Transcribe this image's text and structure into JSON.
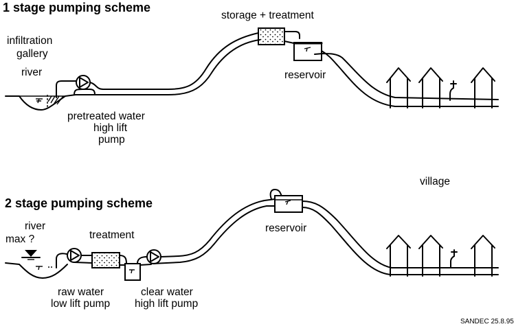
{
  "scheme1": {
    "title": "1 stage pumping scheme",
    "labels": {
      "infiltration": "infiltration",
      "gallery": "gallery",
      "river": "river",
      "pump_line1": "pretreated water",
      "pump_line2": "high lift",
      "pump_line3": "pump",
      "storage": "storage + treatment",
      "reservoir": "reservoir"
    },
    "houses": 3
  },
  "scheme2": {
    "title": "2 stage pumping scheme",
    "labels": {
      "river": "river",
      "max": "max ?",
      "treatment": "treatment",
      "raw_line1": "raw water",
      "raw_line2": "low lift pump",
      "clear_line1": "clear water",
      "clear_line2": "high lift pump",
      "reservoir": "reservoir",
      "village": "village"
    },
    "houses": 3
  },
  "credit": "SANDEC 25.8.95"
}
